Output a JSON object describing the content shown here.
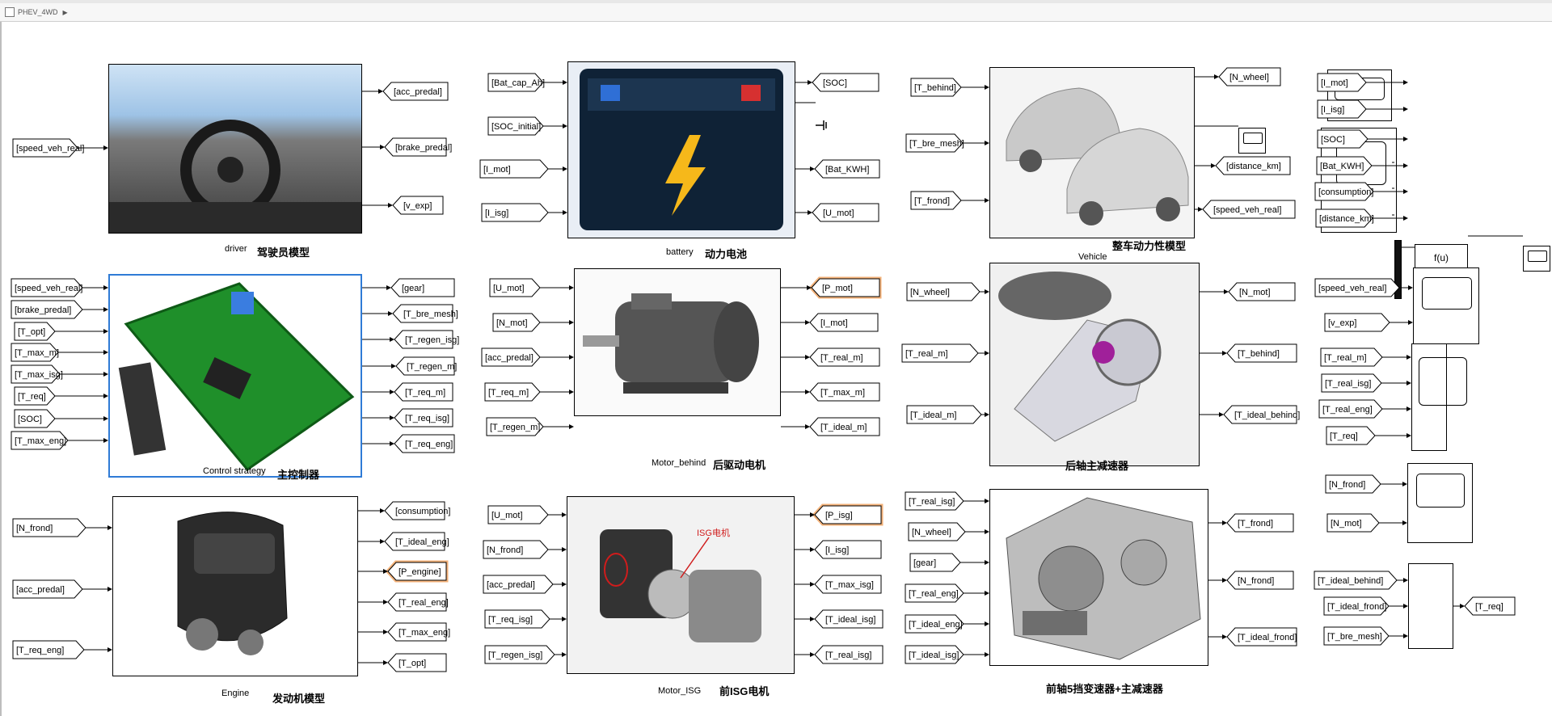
{
  "topbar": {
    "model_name": "PHEV_4WD"
  },
  "blocks": [
    {
      "name": "driver",
      "label": "driver",
      "cn": "驾驶员模型"
    },
    {
      "name": "battery",
      "label": "battery",
      "cn": "动力电池"
    },
    {
      "name": "vehicle",
      "label": "Vehicle",
      "cn": "整车动力性模型"
    },
    {
      "name": "control-strategy",
      "label": "Control strategy",
      "cn": "主控制器"
    },
    {
      "name": "motor-behind",
      "label": "Motor_behind",
      "cn": "后驱动电机"
    },
    {
      "name": "rear-final-drive",
      "label": "",
      "cn": "后轴主减速器"
    },
    {
      "name": "engine",
      "label": "Engine",
      "cn": "发动机模型"
    },
    {
      "name": "motor-isg",
      "label": "Motor_ISG",
      "cn": "前ISG电机"
    },
    {
      "name": "front-transmission",
      "label": "",
      "cn": "前轴5挡变速器+主减速器"
    }
  ],
  "fcn_block": "f(u)",
  "isg_annotation": "ISG电机",
  "tags": {
    "g0": "speed_veh_real",
    "g1": "acc_predal",
    "g2": "brake_predal",
    "g3": "v_exp",
    "g4": "Bat_cap_Ah",
    "g5": "SOC_initial",
    "g6": "I_mot",
    "g7": "I_isg",
    "g8": "SOC",
    "g9": "Bat_KWH",
    "g10": "U_mot",
    "g11": "T_behind",
    "g12": "T_bre_mesh",
    "g13": "T_frond",
    "g14": "N_wheel",
    "g15": "distance_km",
    "g16": "speed_veh_real",
    "g17": "I_mot",
    "g18": "I_isg",
    "g19": "SOC",
    "g20": "Bat_KWH",
    "g21": "consumption",
    "g22": "distance_km",
    "g23": "speed_veh_real",
    "g24": "v_exp",
    "g25": "speed_veh_real",
    "g26": "brake_predal",
    "g27": "T_opt",
    "g28": "T_max_m",
    "g29": "T_max_isg",
    "g30": "T_req",
    "g31": "SOC",
    "g32": "T_max_eng",
    "g33": "gear",
    "g34": "T_bre_mesh",
    "g35": "T_regen_isg",
    "g36": "T_regen_m",
    "g37": "T_req_m",
    "g38": "T_req_isg",
    "g39": "T_req_eng",
    "g40": "U_mot",
    "g41": "N_mot",
    "g42": "acc_predal",
    "g43": "T_req_m",
    "g44": "T_regen_m",
    "g45": "P_mot",
    "g46": "I_mot",
    "g47": "T_real_m",
    "g48": "T_max_m",
    "g49": "T_ideal_m",
    "g50": "N_wheel",
    "g51": "T_real_m",
    "g52": "T_ideal_m",
    "g53": "N_mot",
    "g54": "T_behind",
    "g55": "T_ideal_behind",
    "g56": "T_real_m",
    "g57": "T_real_isg",
    "g58": "T_real_eng",
    "g59": "T_req",
    "g60": "N_frond",
    "g61": "N_mot",
    "g62": "N_frond",
    "g63": "acc_predal",
    "g64": "T_req_eng",
    "g65": "consumption",
    "g66": "T_ideal_eng",
    "g67": "P_engine",
    "g68": "T_real_eng",
    "g69": "T_max_eng",
    "g70": "T_opt",
    "g71": "U_mot",
    "g72": "N_frond",
    "g73": "acc_predal",
    "g74": "T_req_isg",
    "g75": "T_regen_isg",
    "g76": "P_isg",
    "g77": "I_isg",
    "g78": "T_max_isg",
    "g79": "T_ideal_isg",
    "g80": "T_real_isg",
    "g81": "T_real_isg",
    "g82": "N_wheel",
    "g83": "gear",
    "g84": "T_real_eng",
    "g85": "T_ideal_eng",
    "g86": "T_ideal_isg",
    "g87": "T_frond",
    "g88": "N_frond",
    "g89": "T_ideal_frond",
    "g90": "T_ideal_behind",
    "g91": "T_ideal_frond",
    "g92": "T_bre_mesh",
    "g93": "T_req"
  }
}
